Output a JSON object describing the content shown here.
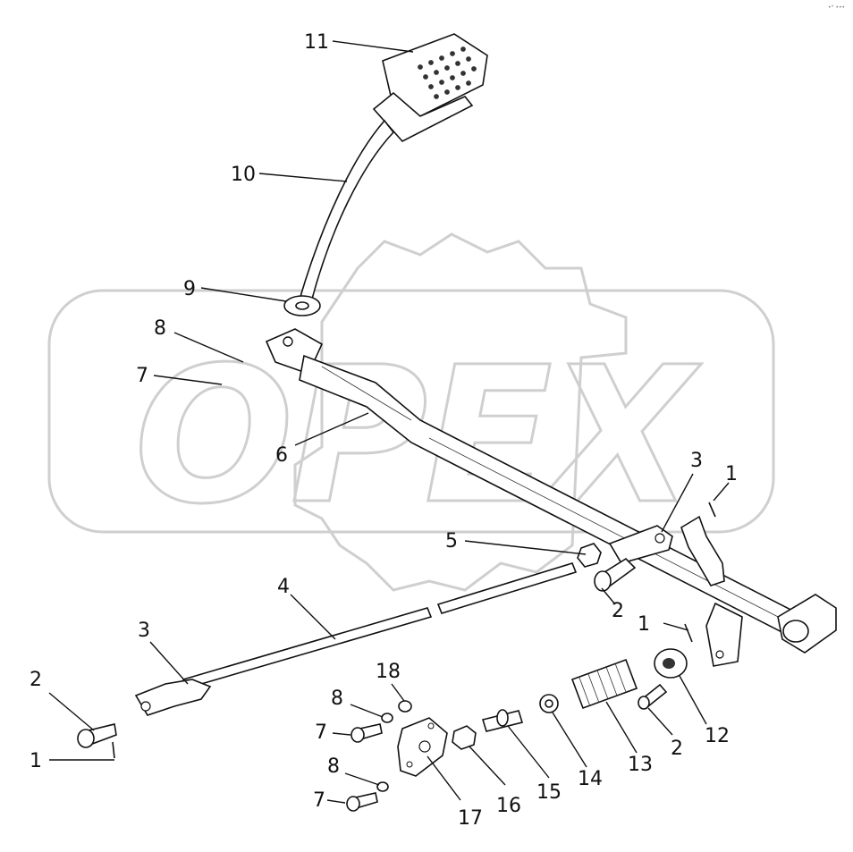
{
  "watermark": {
    "text": "OPEX"
  },
  "corner_mark": "•° •••",
  "callouts": [
    {
      "id": "c11",
      "text": "11"
    },
    {
      "id": "c10",
      "text": "10"
    },
    {
      "id": "c9",
      "text": "9"
    },
    {
      "id": "c8a",
      "text": "8"
    },
    {
      "id": "c7a",
      "text": "7"
    },
    {
      "id": "c6",
      "text": "6"
    },
    {
      "id": "c3a",
      "text": "3"
    },
    {
      "id": "c1a",
      "text": "1"
    },
    {
      "id": "c5",
      "text": "5"
    },
    {
      "id": "c2a",
      "text": "2"
    },
    {
      "id": "c4",
      "text": "4"
    },
    {
      "id": "c3b",
      "text": "3"
    },
    {
      "id": "c1b",
      "text": "1"
    },
    {
      "id": "c2b",
      "text": "2"
    },
    {
      "id": "c1c",
      "text": "1"
    },
    {
      "id": "c18",
      "text": "18"
    },
    {
      "id": "c8b",
      "text": "8"
    },
    {
      "id": "c7b",
      "text": "7"
    },
    {
      "id": "c8c",
      "text": "8"
    },
    {
      "id": "c7c",
      "text": "7"
    },
    {
      "id": "c17",
      "text": "17"
    },
    {
      "id": "c16",
      "text": "16"
    },
    {
      "id": "c15",
      "text": "15"
    },
    {
      "id": "c14",
      "text": "14"
    },
    {
      "id": "c13",
      "text": "13"
    },
    {
      "id": "c2c",
      "text": "2"
    },
    {
      "id": "c12",
      "text": "12"
    }
  ]
}
